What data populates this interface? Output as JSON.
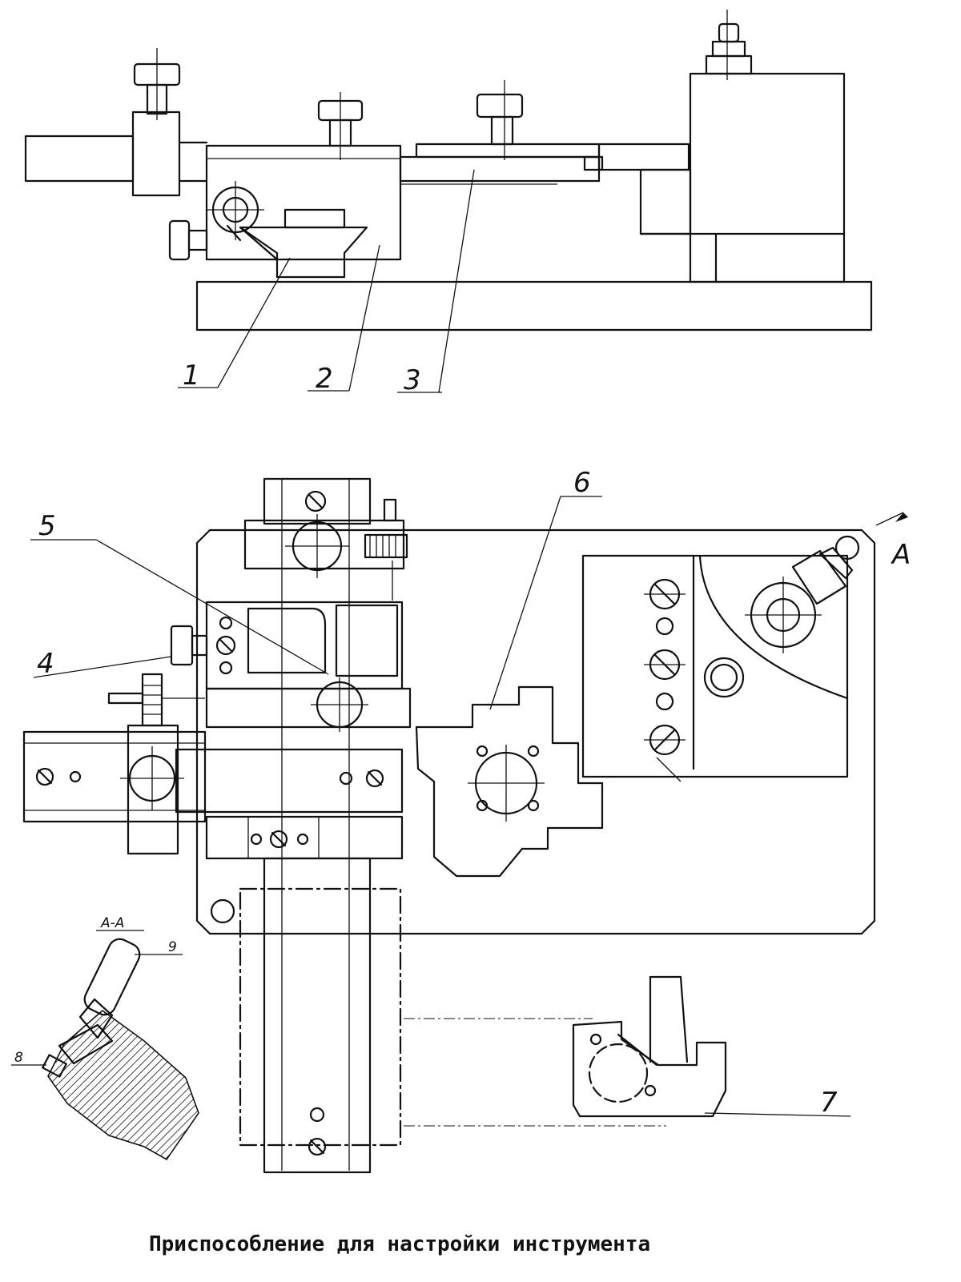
{
  "caption": "Приспособление для настройки инструмента",
  "section_label": "А-А",
  "view_marker": "А",
  "callouts": [
    "1",
    "2",
    "3",
    "4",
    "5",
    "6",
    "7",
    "8",
    "9"
  ]
}
